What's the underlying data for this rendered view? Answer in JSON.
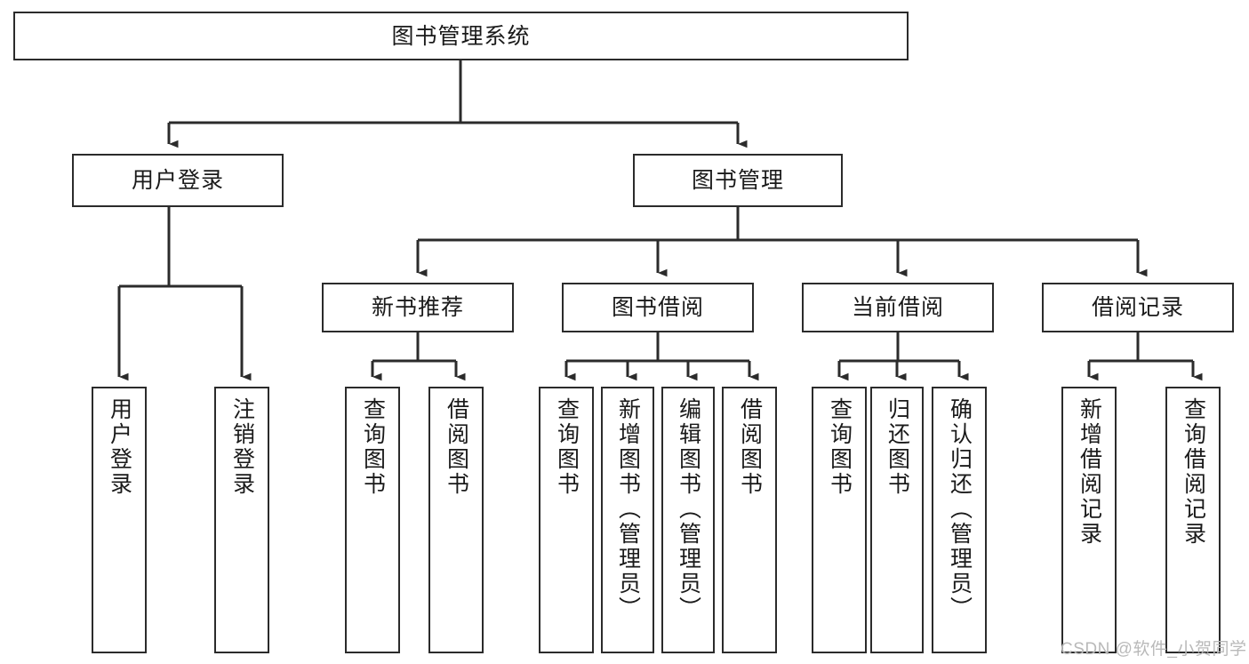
{
  "diagram": {
    "title": "图书管理系统",
    "type": "tree-hierarchy-diagram",
    "orientation": "top-down",
    "colors": {
      "stroke": "#2b2b2b",
      "fill": "#ffffff",
      "text": "#1a1a1a",
      "watermark": "#b9b9b9"
    },
    "watermark": "CSDN @软件_小贺同学"
  },
  "nodes": {
    "root": {
      "label": "图书管理系统"
    },
    "level1": [
      {
        "label": "用户登录"
      },
      {
        "label": "图书管理"
      }
    ],
    "level2": [
      {
        "label": "新书推荐"
      },
      {
        "label": "图书借阅"
      },
      {
        "label": "当前借阅"
      },
      {
        "label": "借阅记录"
      }
    ],
    "leaves": {
      "user_login": [
        {
          "label": "用户登录"
        },
        {
          "label": "注销登录"
        }
      ],
      "new_book_recommend": [
        {
          "label": "查询图书"
        },
        {
          "label": "借阅图书"
        }
      ],
      "book_borrow": [
        {
          "label": "查询图书"
        },
        {
          "label": "新增图书（管理员）"
        },
        {
          "label": "编辑图书（管理员）"
        },
        {
          "label": "借阅图书"
        }
      ],
      "current_borrow": [
        {
          "label": "查询图书"
        },
        {
          "label": "归还图书"
        },
        {
          "label": "确认归还（管理员）"
        }
      ],
      "borrow_record": [
        {
          "label": "新增借阅记录"
        },
        {
          "label": "查询借阅记录"
        }
      ]
    }
  }
}
